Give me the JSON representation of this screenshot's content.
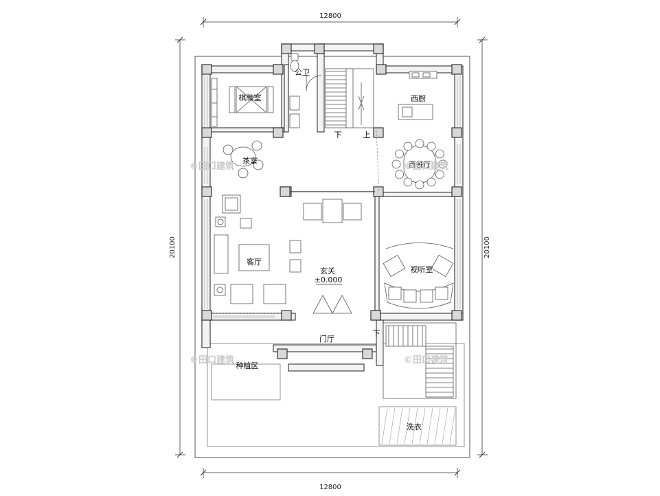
{
  "dimensions": {
    "top_width": "12800",
    "bottom_width": "12800",
    "left_height": "20100",
    "right_height": "20100"
  },
  "rooms": {
    "public_wc": "公卫",
    "chess_room": "棋牌室",
    "western_kitchen": "西厨",
    "tea_room": "茶室",
    "western_dining": "西餐厅",
    "living_room": "客厅",
    "foyer": "玄关",
    "foyer_level": "±0.000",
    "av_room": "视听室",
    "entrance_hall": "门厅",
    "planting_area": "种植区",
    "laundry": "洗衣"
  },
  "stairs": {
    "down_label": "下",
    "up_label": "上",
    "down_label_2": "下"
  },
  "watermark": "©田口建筑"
}
